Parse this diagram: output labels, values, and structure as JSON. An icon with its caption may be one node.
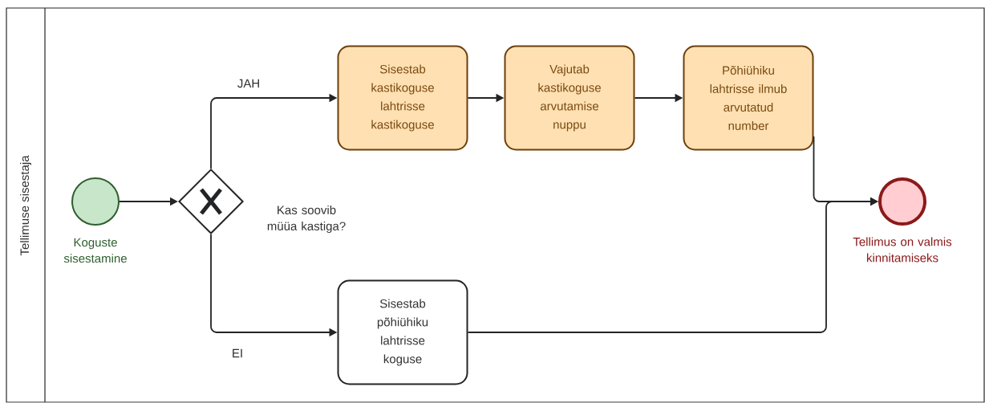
{
  "diagram": {
    "nodes": [
      {
        "text": [
          "Tellimuse sisestaja"
        ]
      },
      {
        "text": [],
        "shape": "circle",
        "beside": [
          "Koguste sisestamine"
        ],
        "in": 0
      },
      {
        "text": [],
        "shape": "diamond",
        "beside": [
          "Kas soovib müüa kastiga?"
        ],
        "in": 0
      },
      {
        "text": [
          "Sisestab kastikoguse lahtrisse kastikoguse"
        ],
        "in": 0
      },
      {
        "text": [
          "Vajutab kastikoguse arvutamise nuppu"
        ],
        "in": 0
      },
      {
        "text": [
          "Põhiühiku lahtrisse ilmub arvutatud number"
        ],
        "in": 0
      },
      {
        "text": [
          "Sisestab põhiühiku lahtrisse koguse"
        ],
        "in": 0
      },
      {
        "text": [],
        "shape": "circle",
        "beside": [
          "Tellimus on valmis kinnitamiseks"
        ],
        "in": 0
      }
    ],
    "edges": [
      {
        "from": 1,
        "to": 2,
        "arrow": "to"
      },
      {
        "from": 2,
        "to": 3,
        "arrow": "to",
        "label": "JAH"
      },
      {
        "from": 2,
        "to": 6,
        "arrow": "to",
        "label": "EI"
      },
      {
        "from": 3,
        "to": 4,
        "arrow": "to"
      },
      {
        "from": 4,
        "to": 5,
        "arrow": "to"
      },
      {
        "from": 5,
        "to": 7,
        "arrow": "to"
      },
      {
        "from": 6,
        "to": 7,
        "arrow": "to"
      }
    ]
  }
}
